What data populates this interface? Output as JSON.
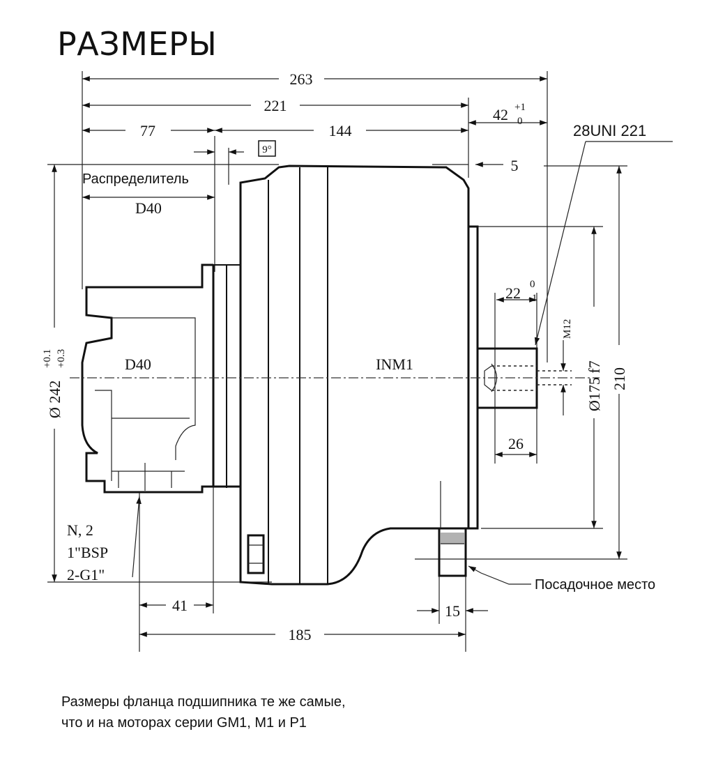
{
  "title": "РАЗМЕРЫ",
  "dimensions": {
    "overall_length": "263",
    "body_length": "221",
    "shaft_length": "42",
    "shaft_tol_upper": "+1",
    "shaft_tol_lower": "0",
    "distributor_length": "77",
    "motor_length": "144",
    "angle": "9°",
    "step": "5",
    "spline_spec": "28UNI 221",
    "key_length": "22",
    "key_tol_upper": "0",
    "key_tol_lower": "-1",
    "thread": "M12",
    "pilot_diameter": "Ø175 f7",
    "flange_height": "210",
    "housing_diameter": "Ø 242",
    "housing_tol_upper": "+0.1",
    "housing_tol_lower": "+0.3",
    "shaft_offset": "26",
    "port_offset": "41",
    "port_to_flange": "185",
    "flange_thickness": "15"
  },
  "labels": {
    "distributor": "Распределитель",
    "distributor_model_top": "D40",
    "distributor_model_body": "D40",
    "motor_model": "INM1",
    "ports_line1": "N, 2",
    "ports_line2": "1\"BSP",
    "ports_line3": "2-G1\"",
    "mounting_seat": "Посадочное место"
  },
  "note": {
    "line1": "Размеры фланца подшипника те же самые,",
    "line2": "что и на моторах серии GM1, M1 и P1"
  }
}
